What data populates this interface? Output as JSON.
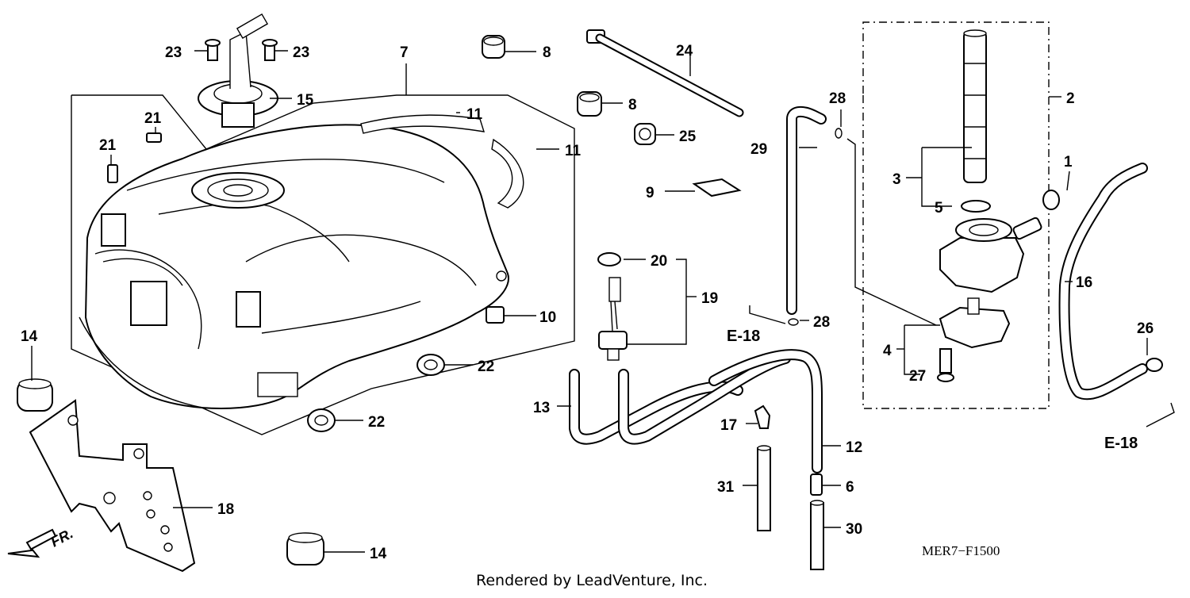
{
  "callouts": {
    "c1": "1",
    "c2": "2",
    "c3": "3",
    "c4": "4",
    "c5": "5",
    "c6": "6",
    "c7": "7",
    "c8": "8",
    "c9": "9",
    "c10": "10",
    "c11": "11",
    "c12": "12",
    "c13": "13",
    "c14": "14",
    "c15": "15",
    "c16": "16",
    "c17": "17",
    "c18": "18",
    "c19": "19",
    "c20": "20",
    "c21": "21",
    "c22": "22",
    "c23": "23",
    "c24": "24",
    "c25": "25",
    "c26": "26",
    "c27": "27",
    "c28": "28",
    "c29": "29",
    "c30": "30",
    "c31": "31"
  },
  "refs": {
    "e18": "E-18"
  },
  "front_marker": "FR.",
  "diagram_code": "MER7−F1500",
  "credit": "Rendered by LeadVenture, Inc."
}
